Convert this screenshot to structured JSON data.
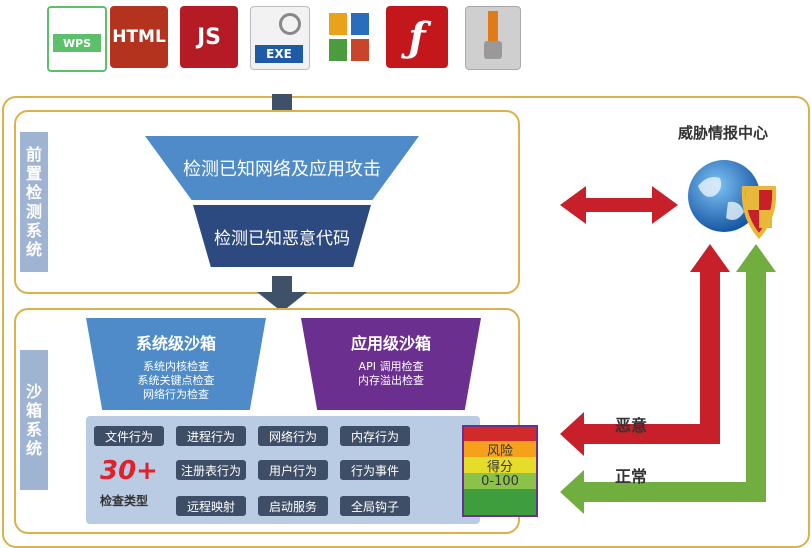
{
  "icons": [
    {
      "name": "wps-file-icon",
      "label": "WPS",
      "color": "#5cbf6a"
    },
    {
      "name": "html-file-icon",
      "label": "HTML",
      "color": "#b3331f"
    },
    {
      "name": "js-file-icon",
      "label": "JS",
      "color": "#b51b24"
    },
    {
      "name": "exe-file-icon",
      "label": "EXE",
      "color": "#1e5aa6"
    },
    {
      "name": "office-file-icon",
      "label": "",
      "color": "#e8a21c"
    },
    {
      "name": "flash-file-icon",
      "label": "",
      "color": "#c4171c"
    },
    {
      "name": "archive-file-icon",
      "label": "",
      "color": "#c9c9c9"
    }
  ],
  "pre_detect": {
    "label": "前置检测系统",
    "stage1": "检测已知网络及应用攻击",
    "stage2": "检测已知恶意代码"
  },
  "sandbox": {
    "label": "沙箱系统",
    "system_sandbox": {
      "title": "系统级沙箱",
      "items": [
        "系统内核检查",
        "系统关键点检查",
        "网络行为检查"
      ]
    },
    "app_sandbox": {
      "title": "应用级沙箱",
      "items": [
        "API 调用检查",
        "内存溢出检查"
      ]
    },
    "count": "30+",
    "count_label": "检查类型",
    "checks": [
      "文件行为",
      "进程行为",
      "网络行为",
      "内存行为",
      "注册表行为",
      "用户行为",
      "行为事件",
      "远程映射",
      "启动服务",
      "全局钩子"
    ],
    "gauge": {
      "lines": [
        "风险",
        "得分",
        "0-100"
      ],
      "colors": [
        "#d02a2a",
        "#f5a11c",
        "#e6dd2a",
        "#8bc34a",
        "#3e9e3e"
      ]
    }
  },
  "intel": {
    "title": "威胁情报中心",
    "malicious_label": "恶意",
    "normal_label": "正常"
  },
  "colors": {
    "border": "#d9b24a",
    "arrow_dark": "#3e5169",
    "red_arrow": "#c8202a",
    "green_arrow": "#6fae3f",
    "trap_light": "#4f8bc8",
    "trap_dark": "#2c4a80",
    "app_purple": "#6a2f8f",
    "panel": "#b9cce3"
  }
}
